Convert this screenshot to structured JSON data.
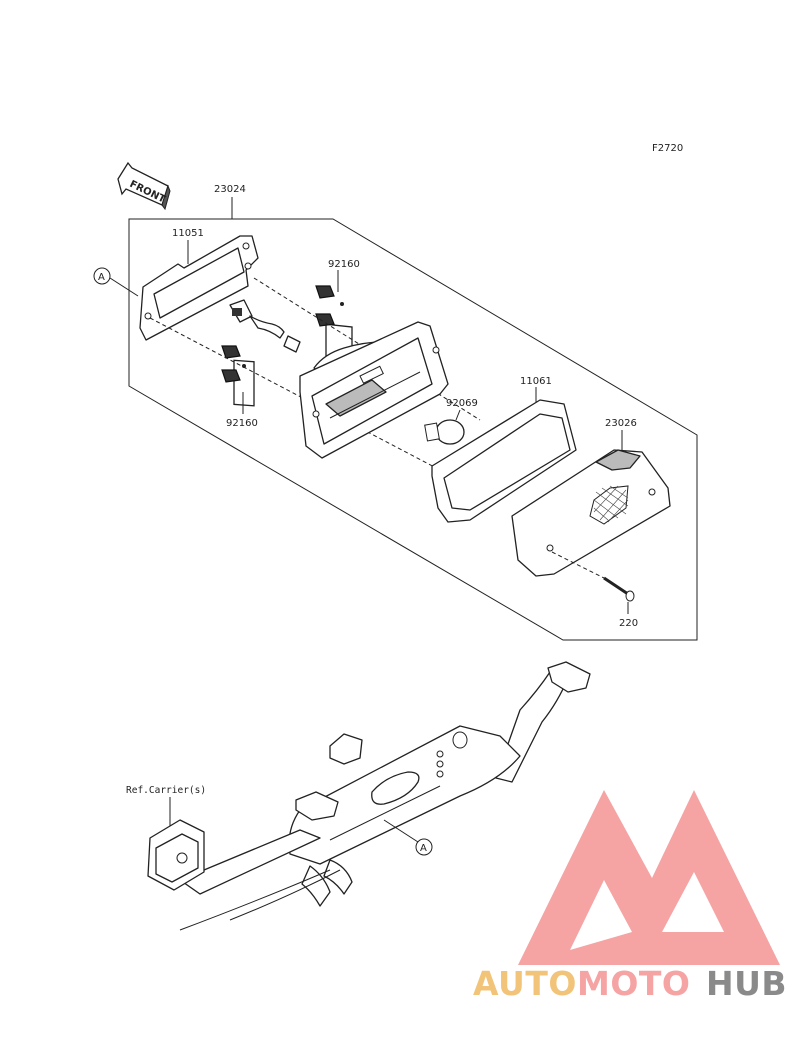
{
  "diagram": {
    "code": "F2720",
    "front_label": "FRONT",
    "ref_marker": "A",
    "assembly": {
      "part_no": "23024"
    },
    "parts": [
      {
        "id": "gasket-bracket",
        "part_no": "11051"
      },
      {
        "id": "bolt-upper",
        "part_no": "92160"
      },
      {
        "id": "bolt-lower",
        "part_no": "92160"
      },
      {
        "id": "bulb",
        "part_no": "92069"
      },
      {
        "id": "lens-gasket",
        "part_no": "11061"
      },
      {
        "id": "lens",
        "part_no": "23026"
      },
      {
        "id": "screw",
        "part_no": "220"
      }
    ],
    "ref_note": "Ref.Carrier(s)"
  },
  "watermark": {
    "part1": "AUTO",
    "part2": "MOTO",
    "part3": "HUB",
    "colors": {
      "primary": "#f5a3a3",
      "accent": "#f2c47a",
      "dark": "#8a8a8a"
    }
  }
}
